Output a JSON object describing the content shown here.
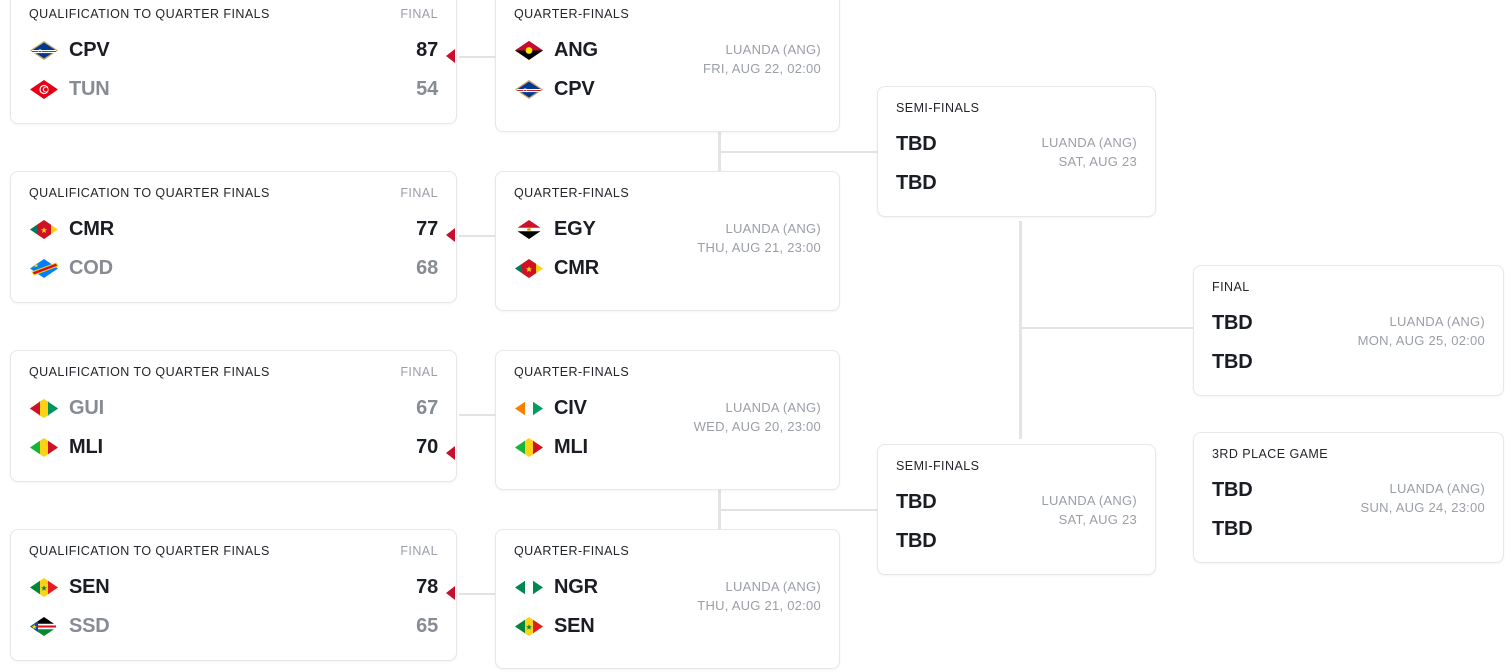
{
  "theme": {
    "background": "#ffffff",
    "card_border": "#e7e7e9",
    "line_color": "#e3e3e5",
    "winner_arrow_color": "#c8102e",
    "text_primary": "#1a1d23",
    "text_muted": "#868b94",
    "label_muted": "#9a9ea6"
  },
  "labels": {
    "qualification": "QUALIFICATION TO QUARTER FINALS",
    "final_col": "FINAL",
    "quarter_finals": "QUARTER-FINALS",
    "semi_finals": "SEMI-FINALS",
    "final": "FINAL",
    "third_place": "3RD PLACE GAME",
    "tbd": "TBD"
  },
  "qualification_round": [
    {
      "title": "QUALIFICATION TO QUARTER FINALS",
      "score_header": "FINAL",
      "teams": [
        {
          "abbr": "CPV",
          "score": "87",
          "winner": true,
          "flag": "CPV"
        },
        {
          "abbr": "TUN",
          "score": "54",
          "winner": false,
          "flag": "TUN"
        }
      ]
    },
    {
      "title": "QUALIFICATION TO QUARTER FINALS",
      "score_header": "FINAL",
      "teams": [
        {
          "abbr": "CMR",
          "score": "77",
          "winner": true,
          "flag": "CMR"
        },
        {
          "abbr": "COD",
          "score": "68",
          "winner": false,
          "flag": "COD"
        }
      ]
    },
    {
      "title": "QUALIFICATION TO QUARTER FINALS",
      "score_header": "FINAL",
      "teams": [
        {
          "abbr": "GUI",
          "score": "67",
          "winner": false,
          "flag": "GUI"
        },
        {
          "abbr": "MLI",
          "score": "70",
          "winner": true,
          "flag": "MLI"
        }
      ]
    },
    {
      "title": "QUALIFICATION TO QUARTER FINALS",
      "score_header": "FINAL",
      "teams": [
        {
          "abbr": "SEN",
          "score": "78",
          "winner": true,
          "flag": "SEN"
        },
        {
          "abbr": "SSD",
          "score": "65",
          "winner": false,
          "flag": "SSD"
        }
      ]
    }
  ],
  "quarter_finals": [
    {
      "title": "QUARTER-FINALS",
      "teams": [
        {
          "abbr": "ANG",
          "flag": "ANG"
        },
        {
          "abbr": "CPV",
          "flag": "CPV"
        }
      ],
      "venue": "LUANDA (ANG)",
      "datetime": "FRI, AUG 22, 02:00"
    },
    {
      "title": "QUARTER-FINALS",
      "teams": [
        {
          "abbr": "EGY",
          "flag": "EGY"
        },
        {
          "abbr": "CMR",
          "flag": "CMR"
        }
      ],
      "venue": "LUANDA (ANG)",
      "datetime": "THU, AUG 21, 23:00"
    },
    {
      "title": "QUARTER-FINALS",
      "teams": [
        {
          "abbr": "CIV",
          "flag": "CIV"
        },
        {
          "abbr": "MLI",
          "flag": "MLI"
        }
      ],
      "venue": "LUANDA (ANG)",
      "datetime": "WED, AUG 20, 23:00"
    },
    {
      "title": "QUARTER-FINALS",
      "teams": [
        {
          "abbr": "NGR",
          "flag": "NGR"
        },
        {
          "abbr": "SEN",
          "flag": "SEN"
        }
      ],
      "venue": "LUANDA (ANG)",
      "datetime": "THU, AUG 21, 02:00"
    }
  ],
  "semi_finals": [
    {
      "title": "SEMI-FINALS",
      "teams": [
        {
          "abbr": "TBD"
        },
        {
          "abbr": "TBD"
        }
      ],
      "venue": "LUANDA (ANG)",
      "datetime": "SAT, AUG 23"
    },
    {
      "title": "SEMI-FINALS",
      "teams": [
        {
          "abbr": "TBD"
        },
        {
          "abbr": "TBD"
        }
      ],
      "venue": "LUANDA (ANG)",
      "datetime": "SAT, AUG 23"
    }
  ],
  "final": {
    "title": "FINAL",
    "teams": [
      {
        "abbr": "TBD"
      },
      {
        "abbr": "TBD"
      }
    ],
    "venue": "LUANDA (ANG)",
    "datetime": "MON, AUG 25, 02:00"
  },
  "third_place": {
    "title": "3RD PLACE GAME",
    "teams": [
      {
        "abbr": "TBD"
      },
      {
        "abbr": "TBD"
      }
    ],
    "venue": "LUANDA (ANG)",
    "datetime": "SUN, AUG 24, 23:00"
  }
}
